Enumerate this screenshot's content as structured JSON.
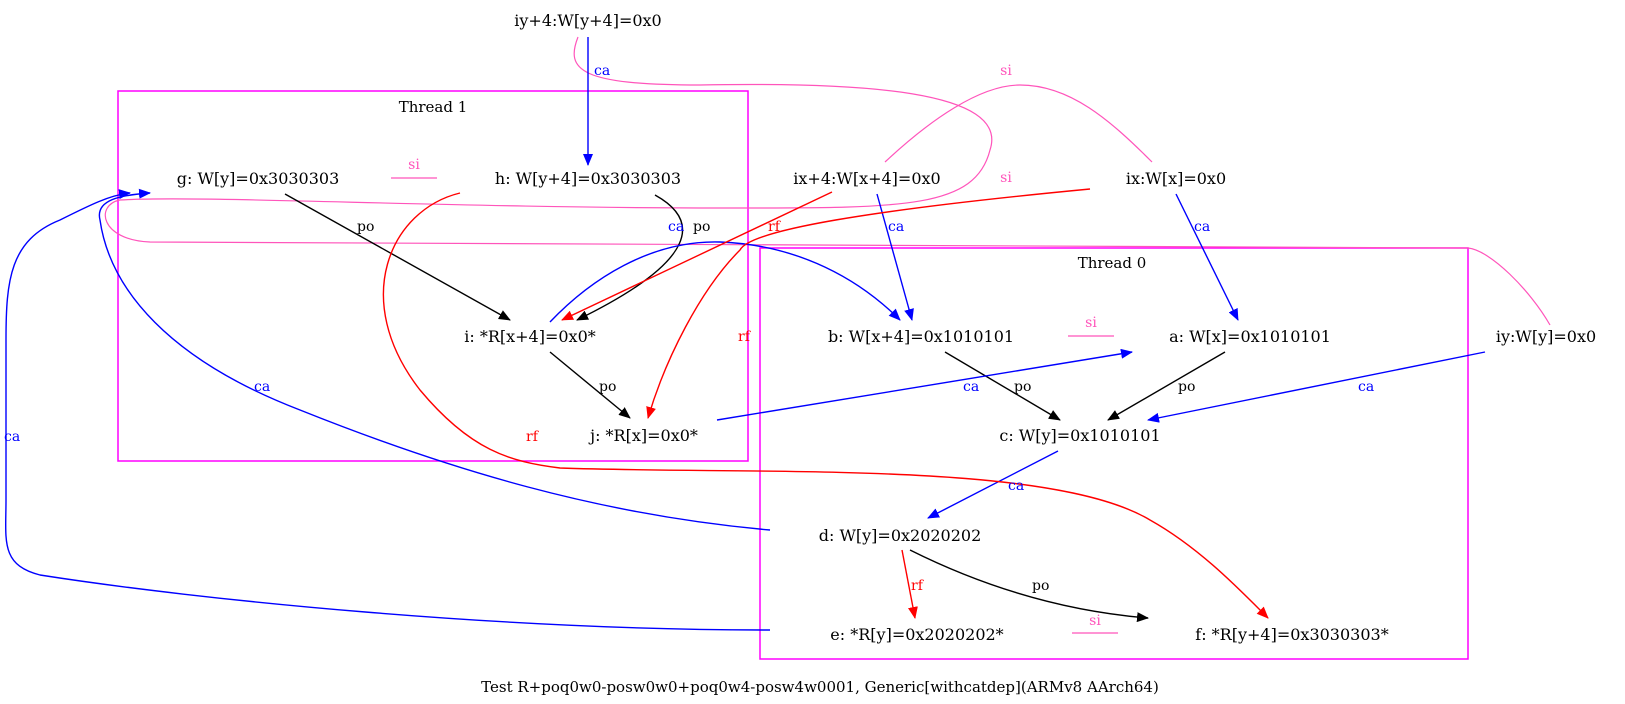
{
  "caption": "Test R+poq0w0-posw0w0+poq0w4-posw4w0001, Generic[withcatdep](ARMv8 AArch64)",
  "colors": {
    "cluster": "#ff00ff",
    "po": "#000000",
    "ca": "#0000ff",
    "rf": "#ff0000",
    "si": "#ff55bb"
  },
  "clusters": {
    "thread0": "Thread 0",
    "thread1": "Thread 1"
  },
  "nodes": {
    "iy4": "iy+4:W[y+4]=0x0",
    "ix4": "ix+4:W[x+4]=0x0",
    "ix": "ix:W[x]=0x0",
    "iy": "iy:W[y]=0x0",
    "g": "g: W[y]=0x3030303",
    "h": "h: W[y+4]=0x3030303",
    "i": "i: *R[x+4]=0x0*",
    "j": "j: *R[x]=0x0*",
    "b": "b: W[x+4]=0x1010101",
    "a": "a: W[x]=0x1010101",
    "c": "c: W[y]=0x1010101",
    "d": "d: W[y]=0x2020202",
    "e": "e: *R[y]=0x2020202*",
    "f": "f: *R[y+4]=0x3030303*"
  },
  "edge_labels": {
    "po": "po",
    "ca": "ca",
    "rf": "rf",
    "si": "si"
  }
}
